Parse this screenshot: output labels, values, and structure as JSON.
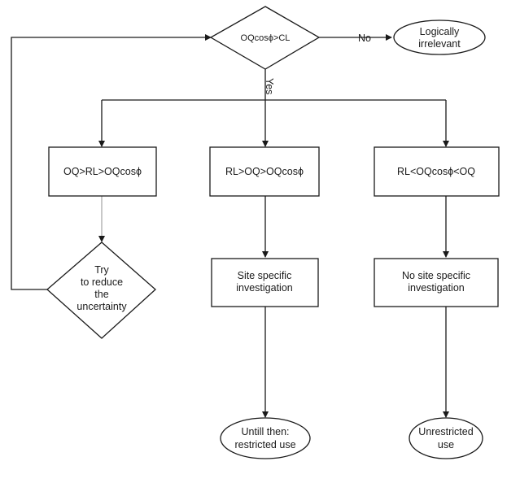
{
  "decision_top": {
    "text": "OQcosϕ>CL"
  },
  "edge_no": {
    "label": "No"
  },
  "edge_yes": {
    "label": "Yes"
  },
  "terminal_irrelevant": {
    "lines": [
      "Logically",
      "irrelevant"
    ]
  },
  "box_left": {
    "text": "OQ>RL>OQcosϕ"
  },
  "box_mid": {
    "text": "RL>OQ>OQcosϕ"
  },
  "box_right": {
    "text": "RL<OQcosϕ<OQ"
  },
  "decision_reduce": {
    "lines": [
      "Try",
      "to reduce",
      "the",
      "uncertainty"
    ]
  },
  "box_site": {
    "lines": [
      "Site specific",
      "investigation"
    ]
  },
  "box_nosite": {
    "lines": [
      "No site specific",
      "investigation"
    ]
  },
  "terminal_restricted": {
    "lines": [
      "Untill then:",
      "restricted use"
    ]
  },
  "terminal_unrestricted": {
    "lines": [
      "Unrestricted",
      "use"
    ]
  }
}
